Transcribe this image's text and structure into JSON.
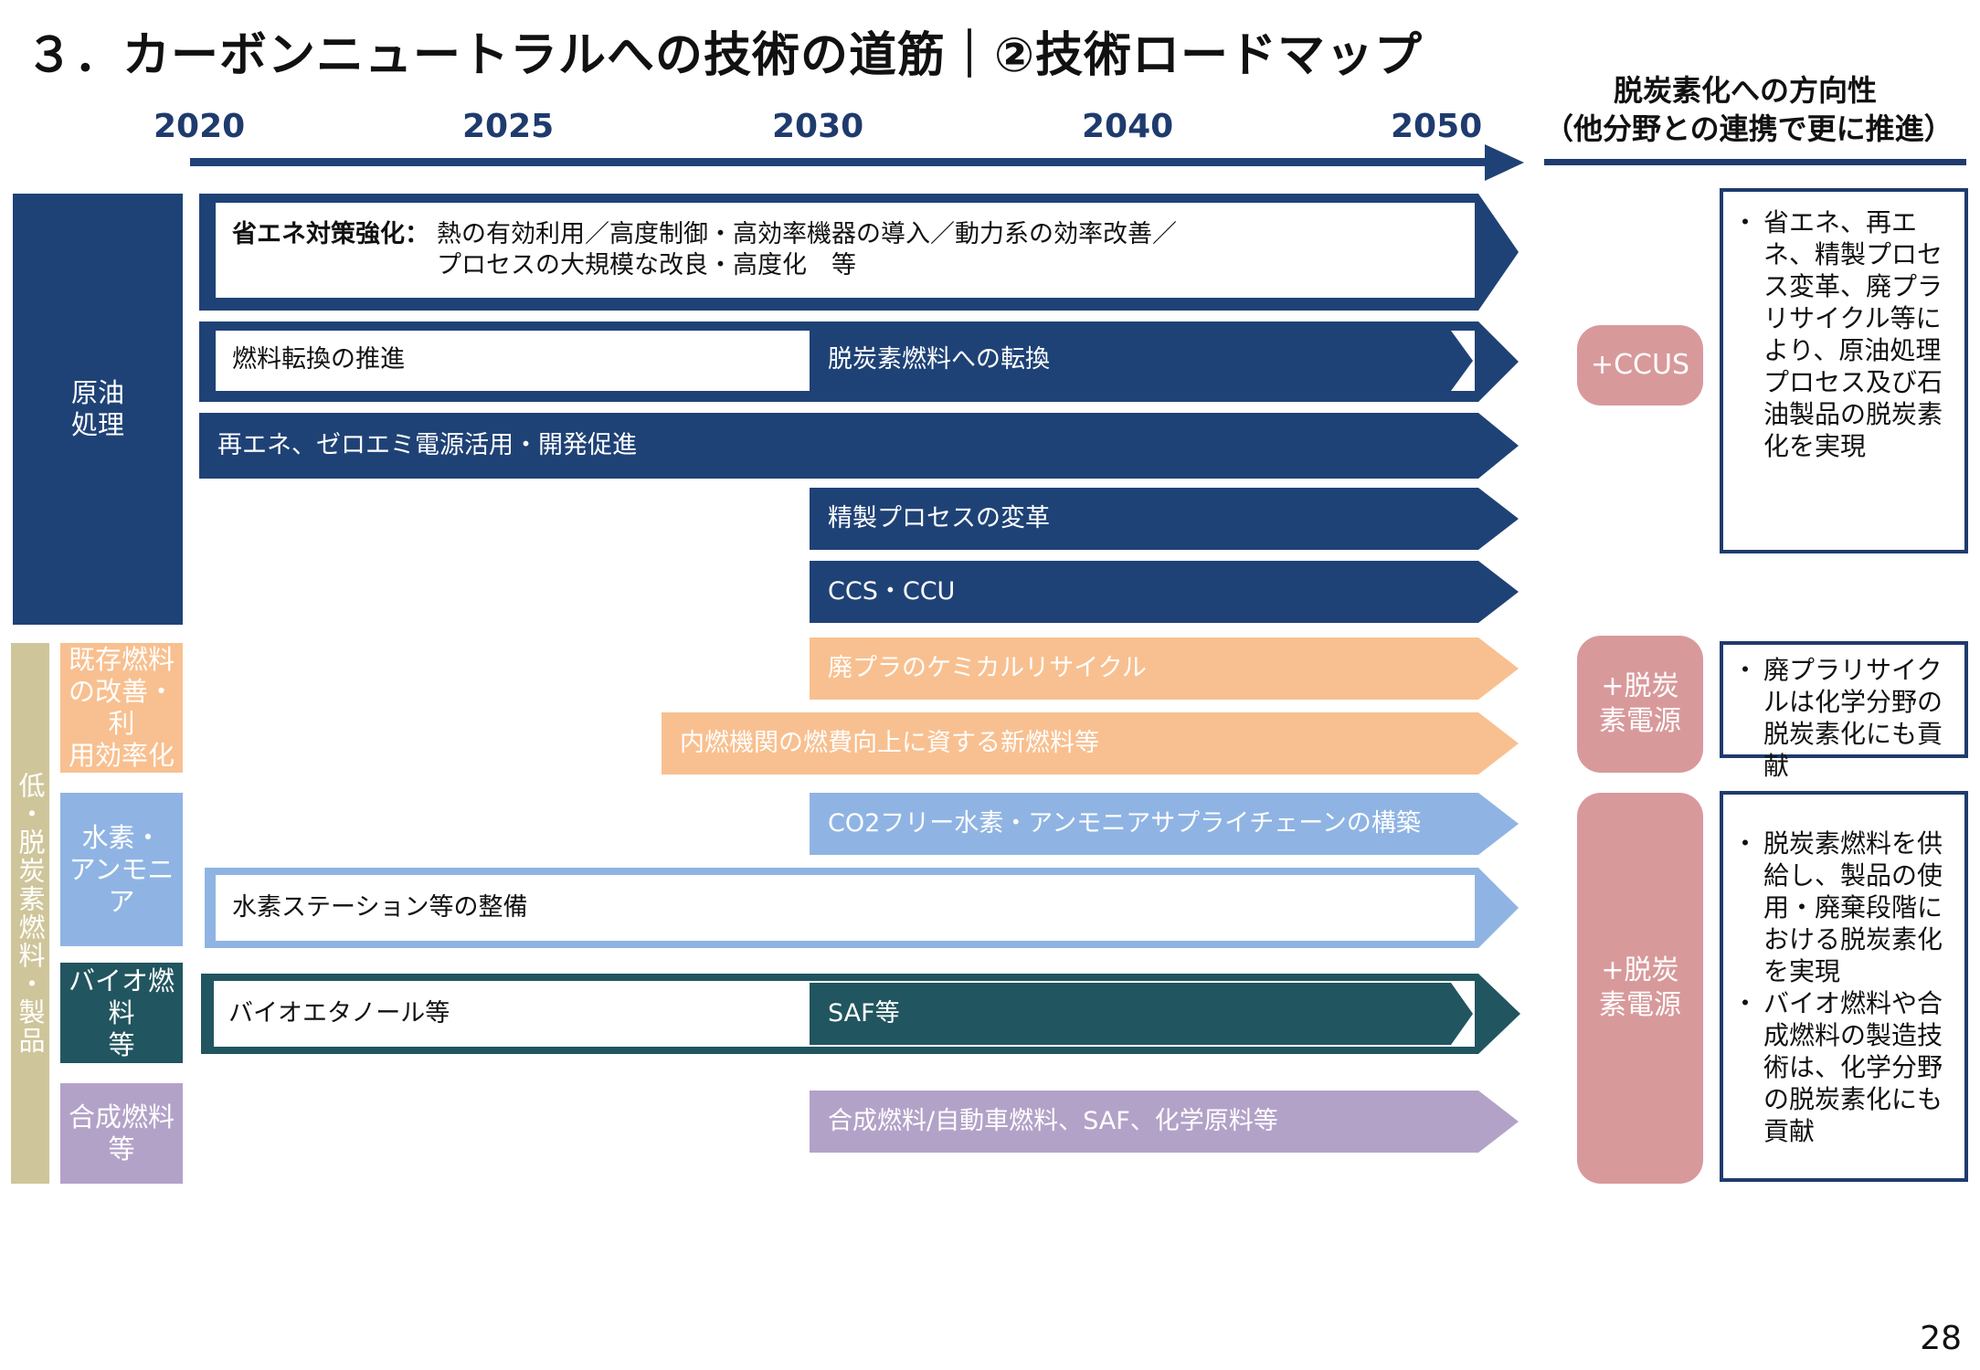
{
  "title": "３．カーボンニュートラルへの技術の道筋｜②技術ロードマップ",
  "years": [
    "2020",
    "2025",
    "2030",
    "2040",
    "2050"
  ],
  "right_header": {
    "line1": "脱炭素化への方向性",
    "line2": "（他分野との連携で更に推進）"
  },
  "categories": {
    "crude": "原油\n処理",
    "low_carbon_fuels": "低・脱炭素燃料・製品",
    "existing": "既存燃料\nの改善・利\n用効率化",
    "hydrogen": "水素・\nアンモニア",
    "bio": "バイオ燃料\n等",
    "synthetic": "合成燃料\n等"
  },
  "bars": {
    "energy_saving_label": "省エネ対策強化：",
    "energy_saving_line1": "熱の有効利用／高度制御・高効率機器の導入／動力系の効率改善／",
    "energy_saving_line2": "プロセスの大規模な改良・高度化　等",
    "fuel_switch": "燃料転換の推進",
    "decarb_fuel_switch": "脱炭素燃料への転換",
    "renewables": "再エネ、ゼロエミ電源活用・開発促進",
    "refining_process": "精製プロセスの変革",
    "ccs_ccu": "CCS・CCU",
    "plastic_recycling": "廃プラのケミカルリサイクル",
    "ice_fuels": "内燃機関の燃費向上に資する新燃料等",
    "co2_free_h2": "CO2フリー水素・アンモニアサプライチェーンの構築",
    "h2_stations": "水素ステーション等の整備",
    "bioethanol": "バイオエタノール等",
    "saf": "SAF等",
    "synthetic_fuels": "合成燃料/自動車燃料、SAF、化学原料等"
  },
  "pills": {
    "ccus": "+CCUS",
    "decarb_power_1": "+脱炭\n素電源",
    "decarb_power_2": "+脱炭\n素電源"
  },
  "right_boxes": {
    "box1": [
      "省エネ、再エネ、精製プロセス変革、廃プラリサイクル等により、原油処理プロセス及び石油製品の脱炭素化を実現"
    ],
    "box2": [
      "廃プラリサイクルは化学分野の脱炭素化にも貢献"
    ],
    "box3": [
      "脱炭素燃料を供給し、製品の使用・廃棄段階における脱炭素化を実現",
      "バイオ燃料や合成燃料の製造技術は、化学分野の脱炭素化にも貢献"
    ]
  },
  "page_number": "28",
  "colors": {
    "navy": "#1f4276",
    "orange": "#f8c090",
    "light_blue": "#8fb4e3",
    "teal": "#21555f",
    "lavender": "#b3a2c8",
    "khaki": "#cfc59a",
    "pink": "#d8999b"
  }
}
